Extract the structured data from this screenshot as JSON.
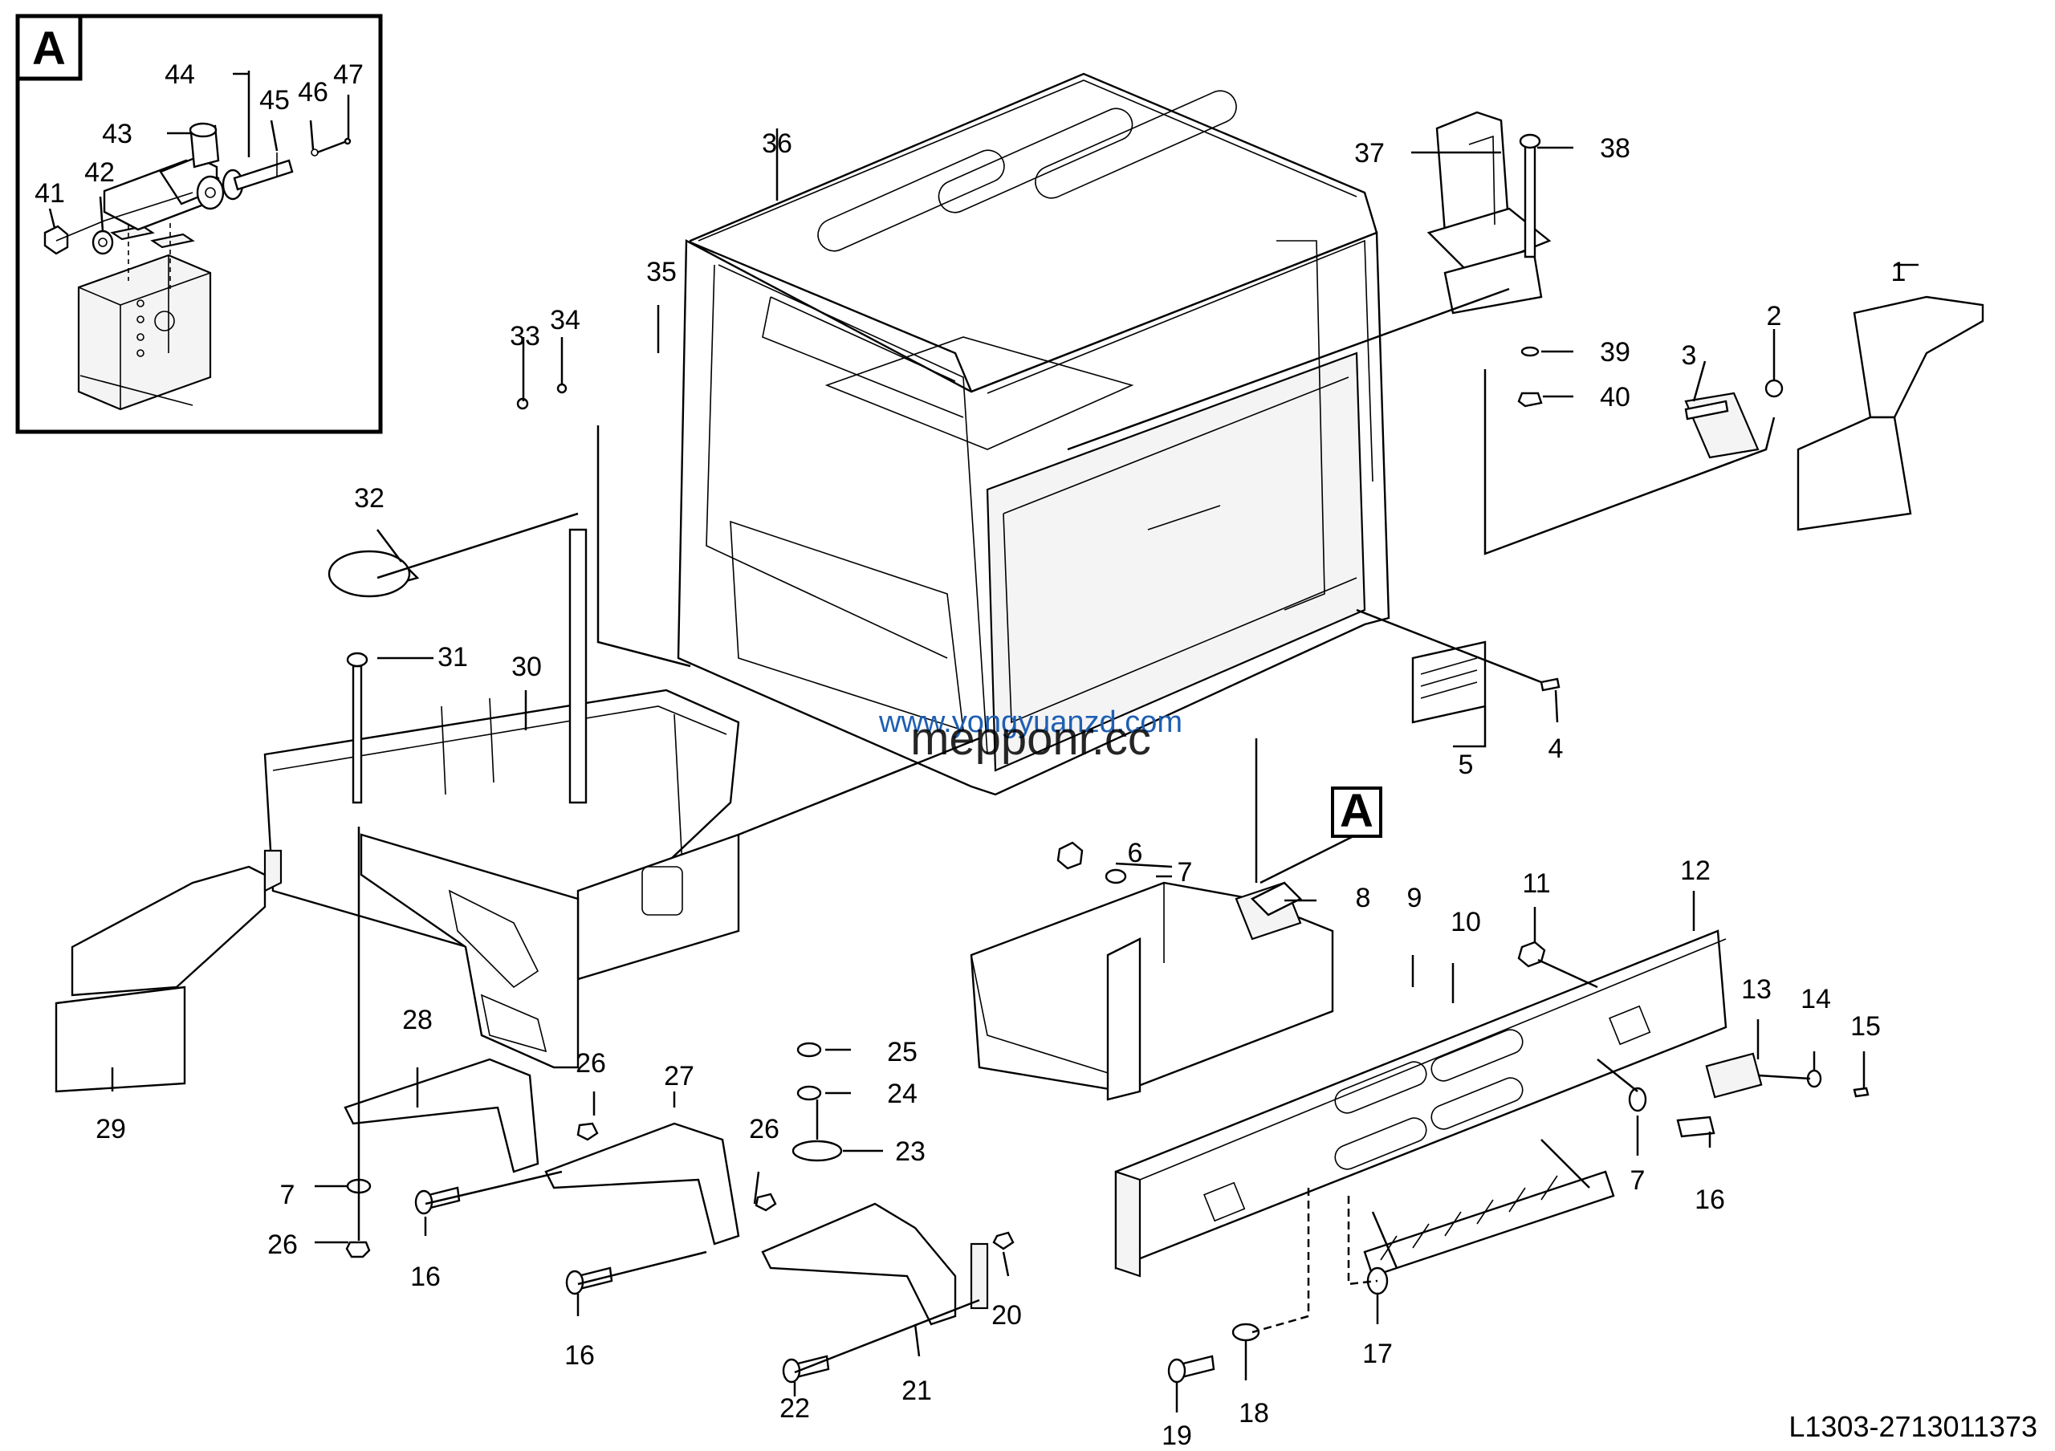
{
  "drawing_code": "L1303-2713011373",
  "detail_view_letter": "A",
  "watermark": {
    "url_text": "www.yongyuanzd.com",
    "logo_text": "mepponr.cc"
  },
  "callouts": {
    "c1": "1",
    "c2": "2",
    "c3": "3",
    "c4": "4",
    "c5": "5",
    "c6": "6",
    "c7a": "7",
    "c7b": "7",
    "c7c": "7",
    "c8": "8",
    "c9": "9",
    "c10": "10",
    "c11": "11",
    "c12": "12",
    "c13": "13",
    "c14": "14",
    "c15": "15",
    "c16a": "16",
    "c16b": "16",
    "c16c": "16",
    "c17": "17",
    "c18": "18",
    "c19": "19",
    "c20": "20",
    "c21": "21",
    "c22": "22",
    "c23": "23",
    "c24": "24",
    "c25": "25",
    "c26a": "26",
    "c26b": "26",
    "c26c": "26",
    "c27": "27",
    "c28": "28",
    "c29": "29",
    "c30": "30",
    "c31": "31",
    "c32": "32",
    "c33": "33",
    "c34": "34",
    "c35": "35",
    "c36": "36",
    "c37": "37",
    "c38": "38",
    "c39": "39",
    "c40": "40",
    "c41": "41",
    "c42": "42",
    "c43": "43",
    "c44": "44",
    "c45": "45",
    "c46": "46",
    "c47": "47"
  }
}
